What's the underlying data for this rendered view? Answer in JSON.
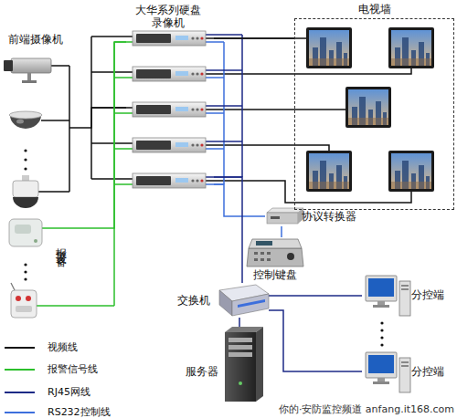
{
  "diagram": {
    "nodes": [
      {
        "text": [
          "前端摄像机"
        ]
      },
      {
        "text": [
          "大华系列硬盘 录像机"
        ]
      },
      {
        "text": [
          "电视墙"
        ]
      },
      {
        "text": [
          "报警设备"
        ]
      },
      {
        "text": [
          "协议转换器"
        ]
      },
      {
        "text": [
          "控制键盘"
        ]
      },
      {
        "text": [
          "交换机"
        ]
      },
      {
        "text": [
          "服务器"
        ]
      },
      {
        "text": [
          "分控端"
        ]
      },
      {
        "text": [
          "分控端"
        ]
      }
    ],
    "edges": [
      {
        "from": 0,
        "to": 1,
        "arrow": "none"
      },
      {
        "from": 3,
        "to": 1,
        "arrow": "none"
      },
      {
        "from": 1,
        "to": 2,
        "arrow": "none"
      },
      {
        "from": 1,
        "to": 4,
        "arrow": "none"
      },
      {
        "from": 4,
        "to": 5,
        "arrow": "none"
      },
      {
        "from": 1,
        "to": 6,
        "arrow": "none"
      },
      {
        "from": 6,
        "to": 7,
        "arrow": "none"
      },
      {
        "from": 6,
        "to": 8,
        "arrow": "none"
      },
      {
        "from": 6,
        "to": 9,
        "arrow": "none"
      }
    ],
    "labels": [
      "你的·安防监控频道 anfang.it168.com"
    ],
    "legend": [
      {
        "text": "视频线"
      },
      {
        "text": "报警信号线"
      },
      {
        "text": "RJ45网线"
      },
      {
        "text": "RS232控制线"
      }
    ]
  }
}
